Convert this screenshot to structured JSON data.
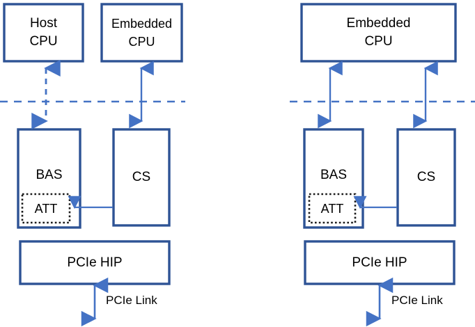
{
  "figure": {
    "title": "",
    "colors": {
      "box_border": "#2E5395",
      "arrow": "#4472C4",
      "divider": "#4472C4",
      "inner_box_border": "#1A1A1A",
      "background": "#FFFFFF",
      "text": "#000000"
    }
  },
  "left_diagram": {
    "name": "host-cpu-variant",
    "boxes": {
      "host_cpu": {
        "label": "Host\nCPU"
      },
      "embedded_cpu": {
        "label": "Embedded\nCPU"
      },
      "bas": {
        "label": "BAS"
      },
      "att": {
        "label": "ATT"
      },
      "cs": {
        "label": "CS"
      },
      "pcie_hip": {
        "label": "PCIe HIP"
      }
    },
    "labels": {
      "pcie_link": "PCIe Link"
    },
    "connectors": {
      "host_cpu_to_bas": {
        "style": "dashed",
        "heads": "both"
      },
      "embedded_cpu_to_cs": {
        "style": "solid",
        "heads": "both"
      },
      "cs_to_att": {
        "style": "solid",
        "heads": "end"
      },
      "pcie_hip_link": {
        "style": "solid",
        "heads": "both"
      },
      "boundary": {
        "style": "dashed",
        "orientation": "horizontal"
      }
    }
  },
  "right_diagram": {
    "name": "embedded-cpu-only-variant",
    "boxes": {
      "embedded_cpu": {
        "label": "Embedded\nCPU"
      },
      "bas": {
        "label": "BAS"
      },
      "att": {
        "label": "ATT"
      },
      "cs": {
        "label": "CS"
      },
      "pcie_hip": {
        "label": "PCIe HIP"
      }
    },
    "labels": {
      "pcie_link": "PCIe Link"
    },
    "connectors": {
      "embedded_cpu_to_bas": {
        "style": "solid",
        "heads": "both"
      },
      "embedded_cpu_to_cs": {
        "style": "solid",
        "heads": "both"
      },
      "cs_to_att": {
        "style": "solid",
        "heads": "end"
      },
      "pcie_hip_link": {
        "style": "solid",
        "heads": "both"
      },
      "boundary": {
        "style": "dashed",
        "orientation": "horizontal"
      }
    }
  }
}
